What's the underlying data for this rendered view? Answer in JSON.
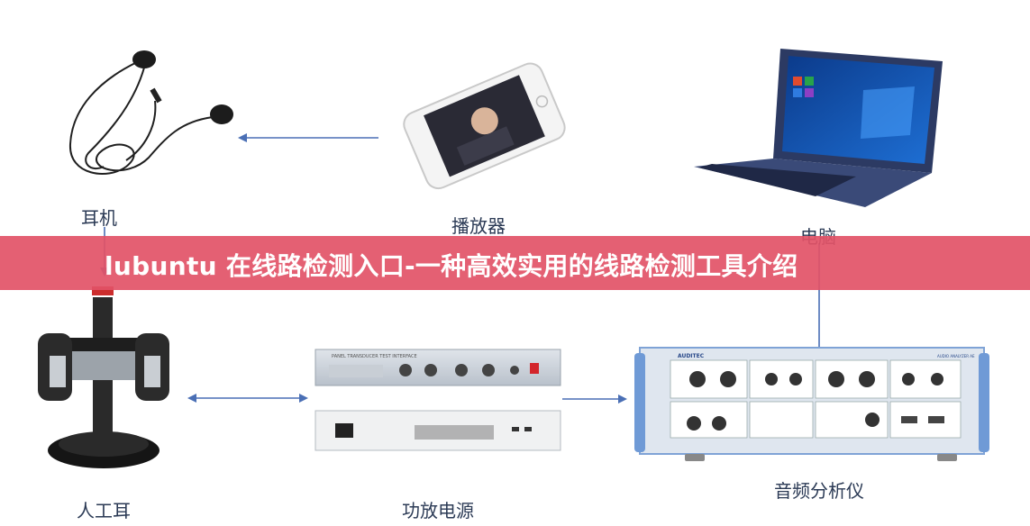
{
  "banner": {
    "title": "lubuntu 在线路检测入口-一种高效实用的线路检测工具介绍"
  },
  "nodes": {
    "earphone": "耳机",
    "player": "播放器",
    "computer": "电脑",
    "artificial_ear": "人工耳",
    "power_amp": "功放电源",
    "audio_analyzer": "音频分析仪"
  },
  "devices": {
    "analyzer_brand": "AUDITEC",
    "analyzer_model": "AUDIO ANALYZER AE",
    "panel_title": "PANEL TRANSDUCER TEST INTERFACE"
  },
  "colors": {
    "banner": "#e25267",
    "arrow": "#4a6fb5",
    "label": "#2b3a55"
  }
}
